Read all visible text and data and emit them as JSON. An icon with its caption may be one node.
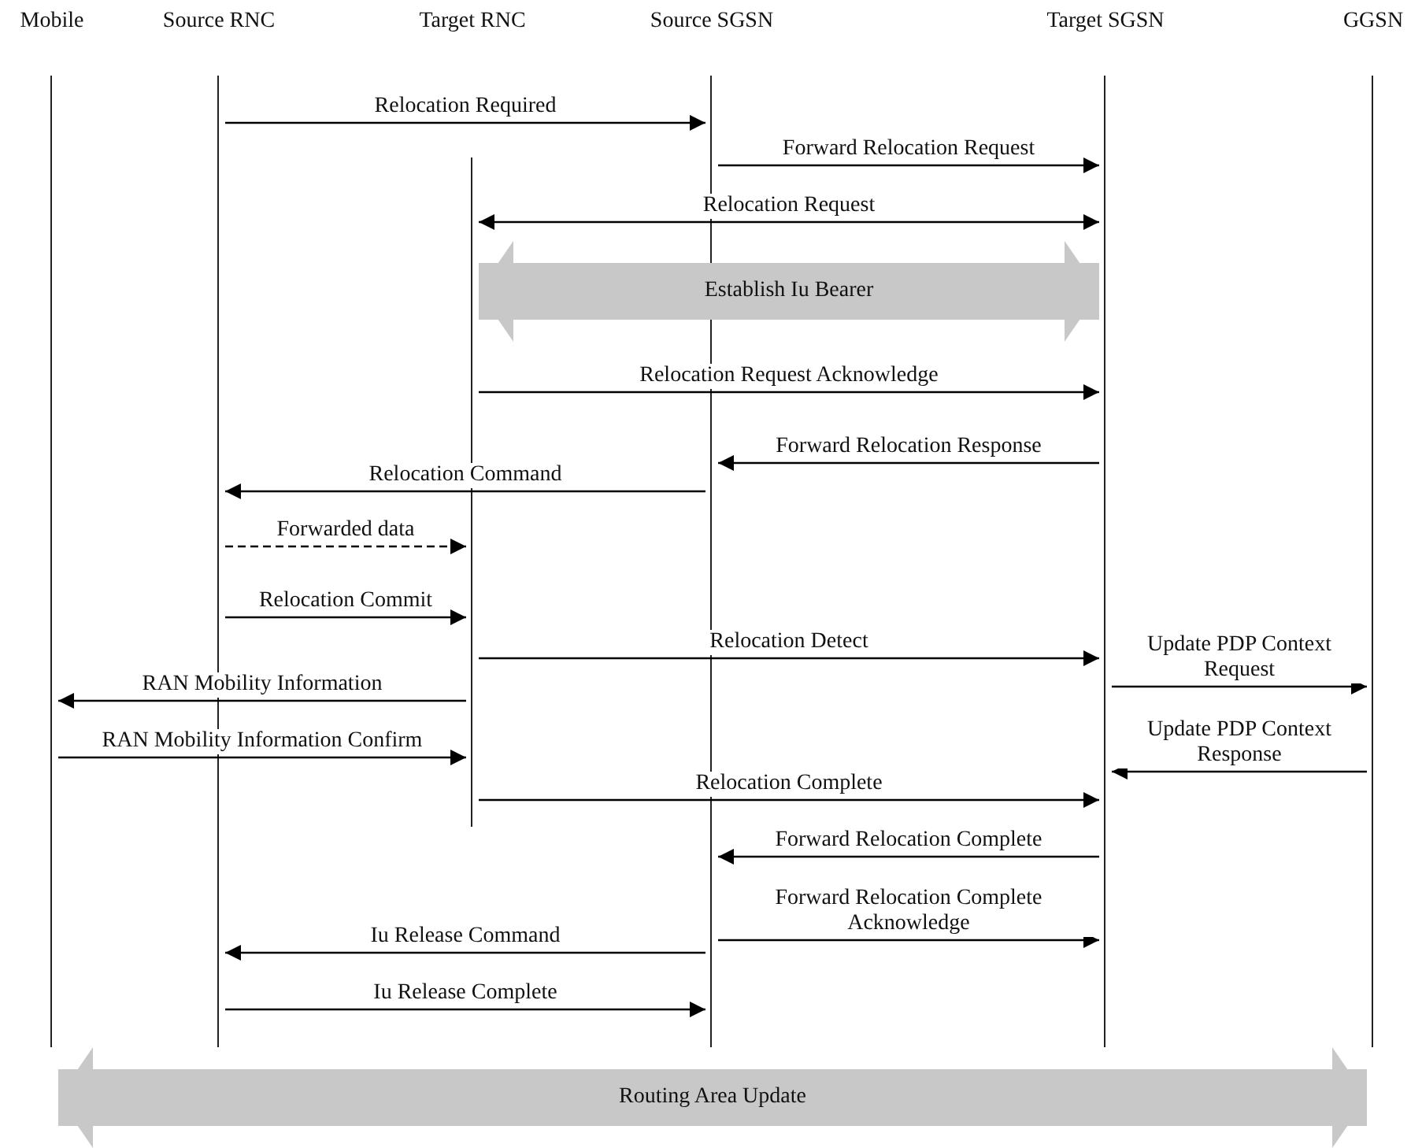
{
  "diagram": {
    "nodes": [
      {
        "text": [
          "Mobile"
        ]
      },
      {
        "text": [
          "Source RNC"
        ]
      },
      {
        "text": [
          "Target RNC"
        ]
      },
      {
        "text": [
          "Source SGSN"
        ]
      },
      {
        "text": [
          "Target SGSN"
        ]
      },
      {
        "text": [
          "GGSN"
        ]
      }
    ],
    "edges": [
      {
        "from": 1,
        "to": 3,
        "arrow": "to",
        "label": "Relocation Required"
      },
      {
        "from": 3,
        "to": 4,
        "arrow": "to",
        "label": "Forward Relocation Request"
      },
      {
        "from": 2,
        "to": 4,
        "arrow": "both",
        "label": "Relocation Request"
      },
      {
        "from": 2,
        "to": 4,
        "arrow": "both",
        "label": "Establish Iu Bearer",
        "style": "thick",
        "color": "#c8c8c8"
      },
      {
        "from": 2,
        "to": 4,
        "arrow": "to",
        "label": "Relocation Request Acknowledge"
      },
      {
        "from": 4,
        "to": 3,
        "arrow": "to",
        "label": "Forward Relocation Response"
      },
      {
        "from": 3,
        "to": 1,
        "arrow": "to",
        "label": "Relocation Command"
      },
      {
        "from": 1,
        "to": 2,
        "arrow": "to",
        "label": "Forwarded data",
        "style": "dashed"
      },
      {
        "from": 1,
        "to": 2,
        "arrow": "to",
        "label": "Relocation Commit"
      },
      {
        "from": 2,
        "to": 4,
        "arrow": "to",
        "label": "Relocation Detect"
      },
      {
        "from": 4,
        "to": 5,
        "arrow": "to",
        "label": "Update PDP Context Request"
      },
      {
        "from": 2,
        "to": 0,
        "arrow": "to",
        "label": "RAN Mobility Information"
      },
      {
        "from": 0,
        "to": 2,
        "arrow": "to",
        "label": "RAN Mobility Information Confirm"
      },
      {
        "from": 5,
        "to": 4,
        "arrow": "to",
        "label": "Update PDP Context Response"
      },
      {
        "from": 2,
        "to": 4,
        "arrow": "to",
        "label": "Relocation Complete"
      },
      {
        "from": 4,
        "to": 3,
        "arrow": "to",
        "label": "Forward Relocation Complete"
      },
      {
        "from": 3,
        "to": 4,
        "arrow": "to",
        "label": "Forward Relocation Complete Acknowledge"
      },
      {
        "from": 3,
        "to": 1,
        "arrow": "to",
        "label": "Iu Release Command"
      },
      {
        "from": 1,
        "to": 3,
        "arrow": "to",
        "label": "Iu Release Complete"
      },
      {
        "from": 0,
        "to": 5,
        "arrow": "both",
        "label": "Routing Area Update",
        "style": "thick",
        "color": "#c8c8c8"
      }
    ]
  }
}
